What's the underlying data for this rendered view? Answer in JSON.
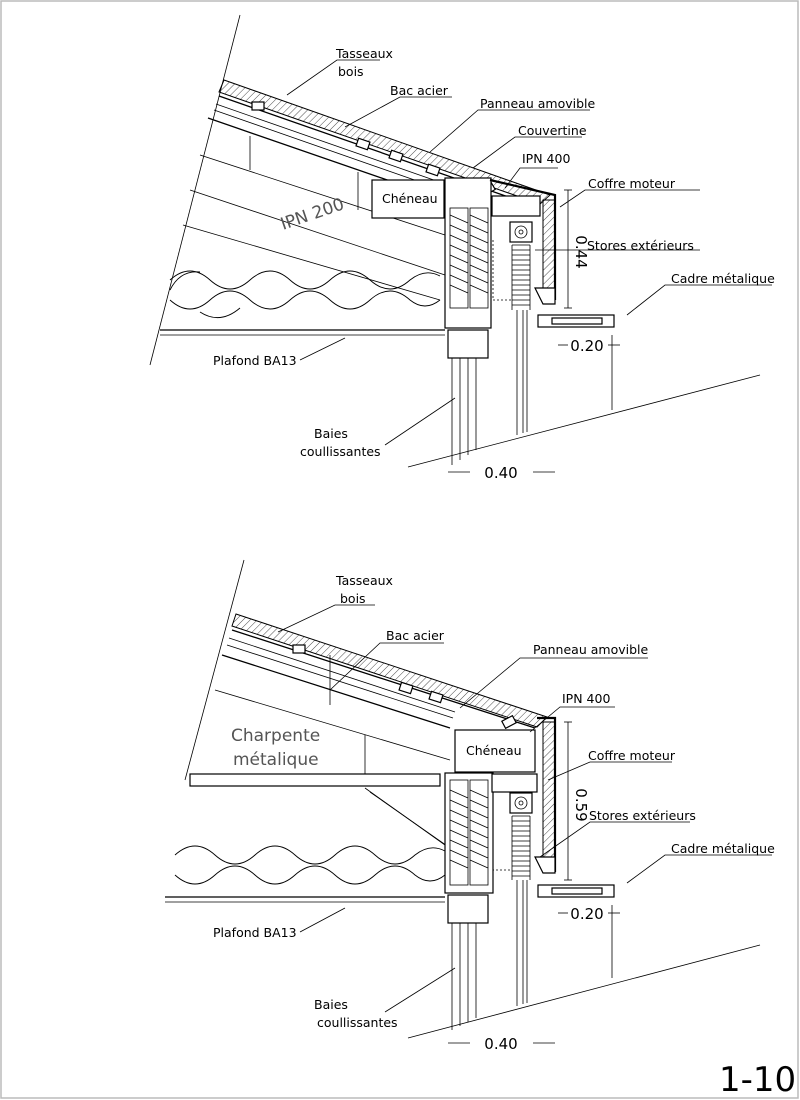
{
  "page_number": "1-10",
  "details": [
    {
      "labels": {
        "tasseaux": [
          "Tasseaux",
          "bois"
        ],
        "bac_acier": "Bac acier",
        "panneau_amovible": "Panneau amovible",
        "couvertine": "Couvertine",
        "ipn_400": "IPN 400",
        "coffre_moteur": "Coffre moteur",
        "stores_exterieurs": "Stores extérieurs",
        "cadre_metalique": "Cadre métalique",
        "cheneau": "Chéneau",
        "structure": [
          "IPN 200"
        ],
        "plafond": "Plafond BA13",
        "baies": [
          "Baies",
          "coullissantes"
        ]
      },
      "dimensions": {
        "height": "0.44",
        "depth": "0.20",
        "width": "0.40"
      }
    },
    {
      "labels": {
        "tasseaux": [
          "Tasseaux",
          "bois"
        ],
        "bac_acier": "Bac acier",
        "panneau_amovible": "Panneau amovible",
        "ipn_400": "IPN 400",
        "coffre_moteur": "Coffre moteur",
        "stores_exterieurs": "Stores extérieurs",
        "cadre_metalique": "Cadre métalique",
        "cheneau": "Chéneau",
        "structure": [
          "Charpente",
          "métalique"
        ],
        "plafond": "Plafond BA13",
        "baies": [
          "Baies",
          "coullissantes"
        ]
      },
      "dimensions": {
        "height": "0.59",
        "depth": "0.20",
        "width": "0.40"
      }
    }
  ]
}
